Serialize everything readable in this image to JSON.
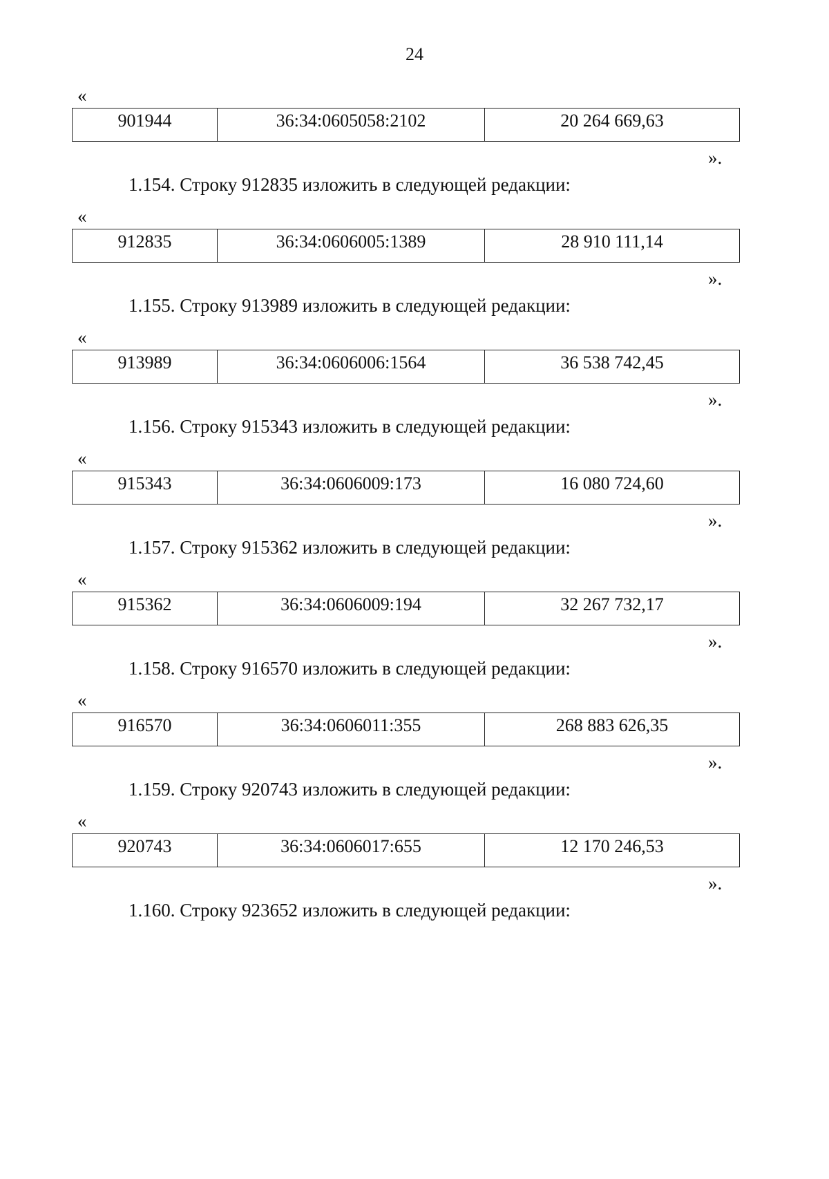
{
  "page": {
    "number": "24",
    "quote_open": "«",
    "quote_close": "».",
    "final_instruction": "1.160. Строку 923652 изложить в следующей редакции:"
  },
  "blocks": [
    {
      "instruction": "",
      "row": [
        "901944",
        "36:34:0605058:2102",
        "20 264 669,63"
      ]
    },
    {
      "instruction": "1.154. Строку 912835 изложить в следующей редакции:",
      "row": [
        "912835",
        "36:34:0606005:1389",
        "28 910 111,14"
      ]
    },
    {
      "instruction": "1.155. Строку 913989 изложить в следующей редакции:",
      "row": [
        "913989",
        "36:34:0606006:1564",
        "36 538 742,45"
      ]
    },
    {
      "instruction": "1.156. Строку 915343 изложить в следующей редакции:",
      "row": [
        "915343",
        "36:34:0606009:173",
        "16 080 724,60"
      ]
    },
    {
      "instruction": "1.157. Строку 915362 изложить в следующей редакции:",
      "row": [
        "915362",
        "36:34:0606009:194",
        "32 267 732,17"
      ]
    },
    {
      "instruction": "1.158. Строку 916570 изложить в следующей редакции:",
      "row": [
        "916570",
        "36:34:0606011:355",
        "268 883 626,35"
      ]
    },
    {
      "instruction": "1.159. Строку 920743 изложить в следующей редакции:",
      "row": [
        "920743",
        "36:34:0606017:655",
        "12 170 246,53"
      ]
    }
  ]
}
